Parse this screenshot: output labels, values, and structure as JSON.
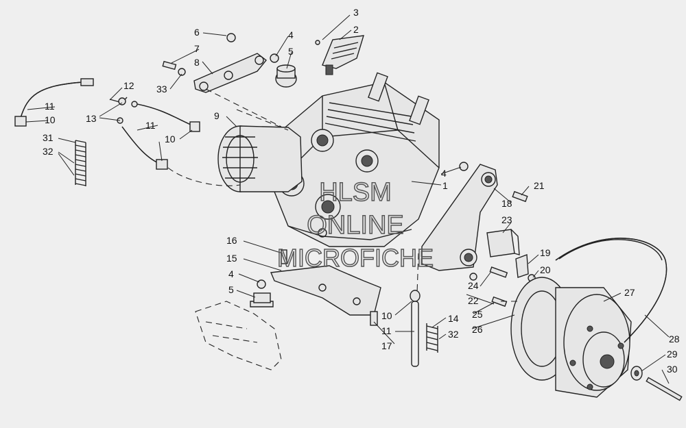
{
  "watermark": {
    "line1": "HLSM",
    "line2": "ONLINE",
    "line3": "MICROFICHE"
  },
  "callouts": {
    "c1": "1",
    "c2": "2",
    "c3": "3",
    "c4a": "4",
    "c4b": "4",
    "c4c": "4",
    "c5a": "5",
    "c5b": "5",
    "c6": "6",
    "c7": "7",
    "c8": "8",
    "c9": "9",
    "c10a": "10",
    "c10b": "10",
    "c10c": "10",
    "c11a": "11",
    "c11b": "11",
    "c11c": "11",
    "c12": "12",
    "c13": "13",
    "c14": "14",
    "c15": "15",
    "c16": "16",
    "c17": "17",
    "c18": "18",
    "c19": "19",
    "c20": "20",
    "c21": "21",
    "c22": "22",
    "c23": "23",
    "c24": "24",
    "c25": "25",
    "c26": "26",
    "c27": "27",
    "c28": "28",
    "c29": "29",
    "c30": "30",
    "c31": "31",
    "c32a": "32",
    "c32b": "32",
    "c33": "33"
  }
}
